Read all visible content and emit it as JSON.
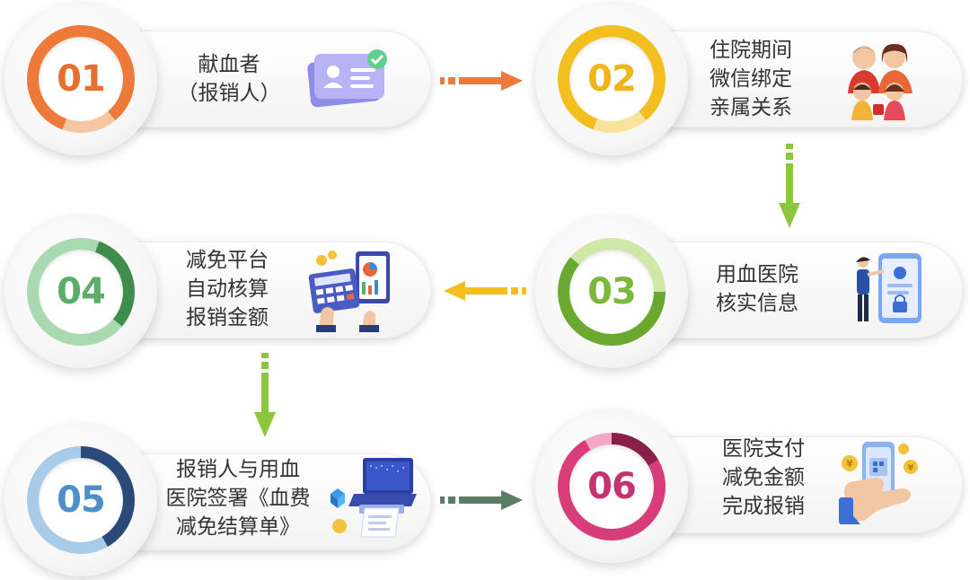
{
  "steps": [
    {
      "number": "01",
      "lines": [
        "献血者",
        "（报销人）"
      ],
      "color": "#ee7a3a",
      "icon": "id-card-icon"
    },
    {
      "number": "02",
      "lines": [
        "住院期间",
        "微信绑定",
        "亲属关系"
      ],
      "color": "#f2bf1f",
      "icon": "family-icon"
    },
    {
      "number": "03",
      "lines": [
        "用血医院",
        "核实信息"
      ],
      "color": "#8cc63f",
      "icon": "phone-verification-icon"
    },
    {
      "number": "04",
      "lines": [
        "减免平台",
        "自动核算",
        "报销金额"
      ],
      "color": "#5cad6a",
      "icon": "calculator-icon"
    },
    {
      "number": "05",
      "lines": [
        "报销人与用血",
        "医院签署《血费",
        "减免结算单》"
      ],
      "color": "#4f8fc9",
      "icon": "laptop-printer-icon"
    },
    {
      "number": "06",
      "lines": [
        "医院支付",
        "减免金额",
        "完成报销"
      ],
      "color": "#d83d7a",
      "icon": "mobile-payment-icon"
    }
  ],
  "colors": {
    "arrow_01_02": "#ee7a3a",
    "arrow_02_03": "#8cc63f",
    "arrow_03_04": "#f2bf1f",
    "arrow_04_05": "#8cc63f",
    "arrow_05_06": "#5a7d64"
  }
}
